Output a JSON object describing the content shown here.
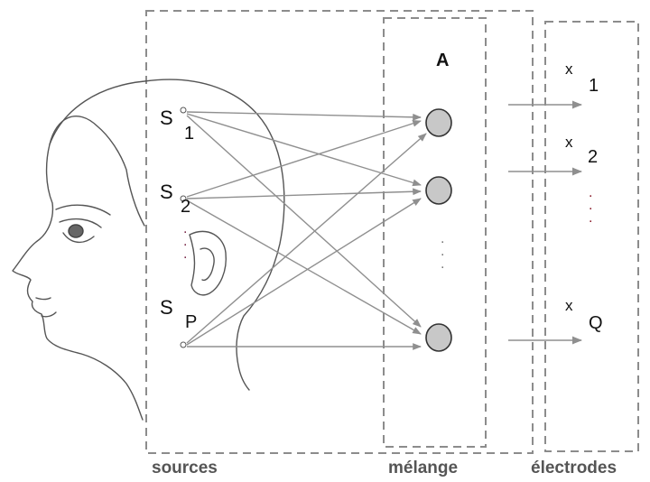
{
  "matrix_label": "A",
  "sources": [
    {
      "letter": "S",
      "index": "1"
    },
    {
      "letter": "S",
      "index": "2"
    },
    {
      "letter": "S",
      "index": "P"
    }
  ],
  "electrodes": [
    {
      "letter": "x",
      "index": "1"
    },
    {
      "letter": "x",
      "index": "2"
    },
    {
      "letter": "x",
      "index": "Q"
    }
  ],
  "captions": {
    "sources": "sources",
    "mixing": "mélange",
    "electrodes": "électrodes"
  },
  "colors": {
    "box_border": "#8c8c8c",
    "arrow": "#8f8f8f",
    "node_fill": "#c8c8c8",
    "node_stroke": "#333333",
    "dots_sources": "#7a2a4a",
    "dots_electrodes": "#8a1a2a",
    "dots_mixing": "#777777"
  }
}
